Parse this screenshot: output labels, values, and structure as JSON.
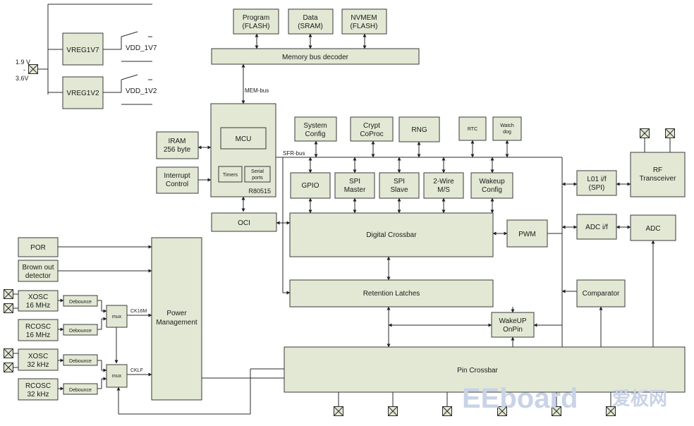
{
  "supply": {
    "voltage_high": "1.9 V",
    "dash": "-",
    "voltage_low": "3.6V"
  },
  "regulators": [
    {
      "name": "VREG1V7",
      "rail": "VDD_1V7"
    },
    {
      "name": "VREG1V2",
      "rail": "VDD_1V2"
    }
  ],
  "memory": {
    "program": [
      "Program",
      "(FLASH)"
    ],
    "data": [
      "Data",
      "(SRAM)"
    ],
    "nvmem": [
      "NVMEM",
      "(FLASH)"
    ],
    "decoder": "Memory bus decoder",
    "bus_label": "MEM-bus"
  },
  "cpu": {
    "iram": [
      "IRAM",
      "256 byte"
    ],
    "interrupt": [
      "Interrupt",
      "Control"
    ],
    "mcu": "MCU",
    "timers": "Timers",
    "serial": [
      "Serial",
      "ports"
    ],
    "core": "R80515",
    "oci": "OCI"
  },
  "sfr_bus": "SFR-bus",
  "peripherals_top": {
    "system_config": [
      "System",
      "Config"
    ],
    "crypt": [
      "Crypt",
      "CoProc"
    ],
    "rng": "RNG",
    "rtc": "RTC",
    "watchdog": [
      "Watch",
      "dog"
    ]
  },
  "peripherals_mid": {
    "gpio": "GPIO",
    "spi_master": [
      "SPI",
      "Master"
    ],
    "spi_slave": [
      "SPI",
      "Slave"
    ],
    "twowire": [
      "2-Wire",
      "M/S"
    ],
    "wakeup_config": [
      "Wakeup",
      "Config"
    ]
  },
  "fabric": {
    "digital_crossbar": "Digital Crossbar",
    "pwm": "PWM",
    "retention": "Retention Latches",
    "wakeup_pin": [
      "WakeUP",
      "OnPin"
    ],
    "pin_crossbar": "Pin Crossbar"
  },
  "radio": {
    "l01_if": [
      "L01 i/f",
      "(SPI)"
    ],
    "rf": [
      "RF",
      "Transceiver"
    ],
    "adc_if": "ADC i/f",
    "adc": "ADC",
    "comparator": "Comparator"
  },
  "power": {
    "por": "POR",
    "brownout": [
      "Brown out",
      "detector"
    ],
    "xosc16": [
      "XOSC",
      "16 MHz"
    ],
    "rcosc16": [
      "RCOSC",
      "16 MHz"
    ],
    "xosc32": [
      "XOSC",
      "32 kHz"
    ],
    "rcosc32": [
      "RCOSC",
      "32 kHz"
    ],
    "debounce": "Debounce",
    "mux": "mux",
    "ck16m": "CK16M",
    "cklf": "CKLF",
    "pm": [
      "Power",
      "Management"
    ]
  },
  "watermark": {
    "brand": "EEboard",
    "cn": "爱板网"
  }
}
